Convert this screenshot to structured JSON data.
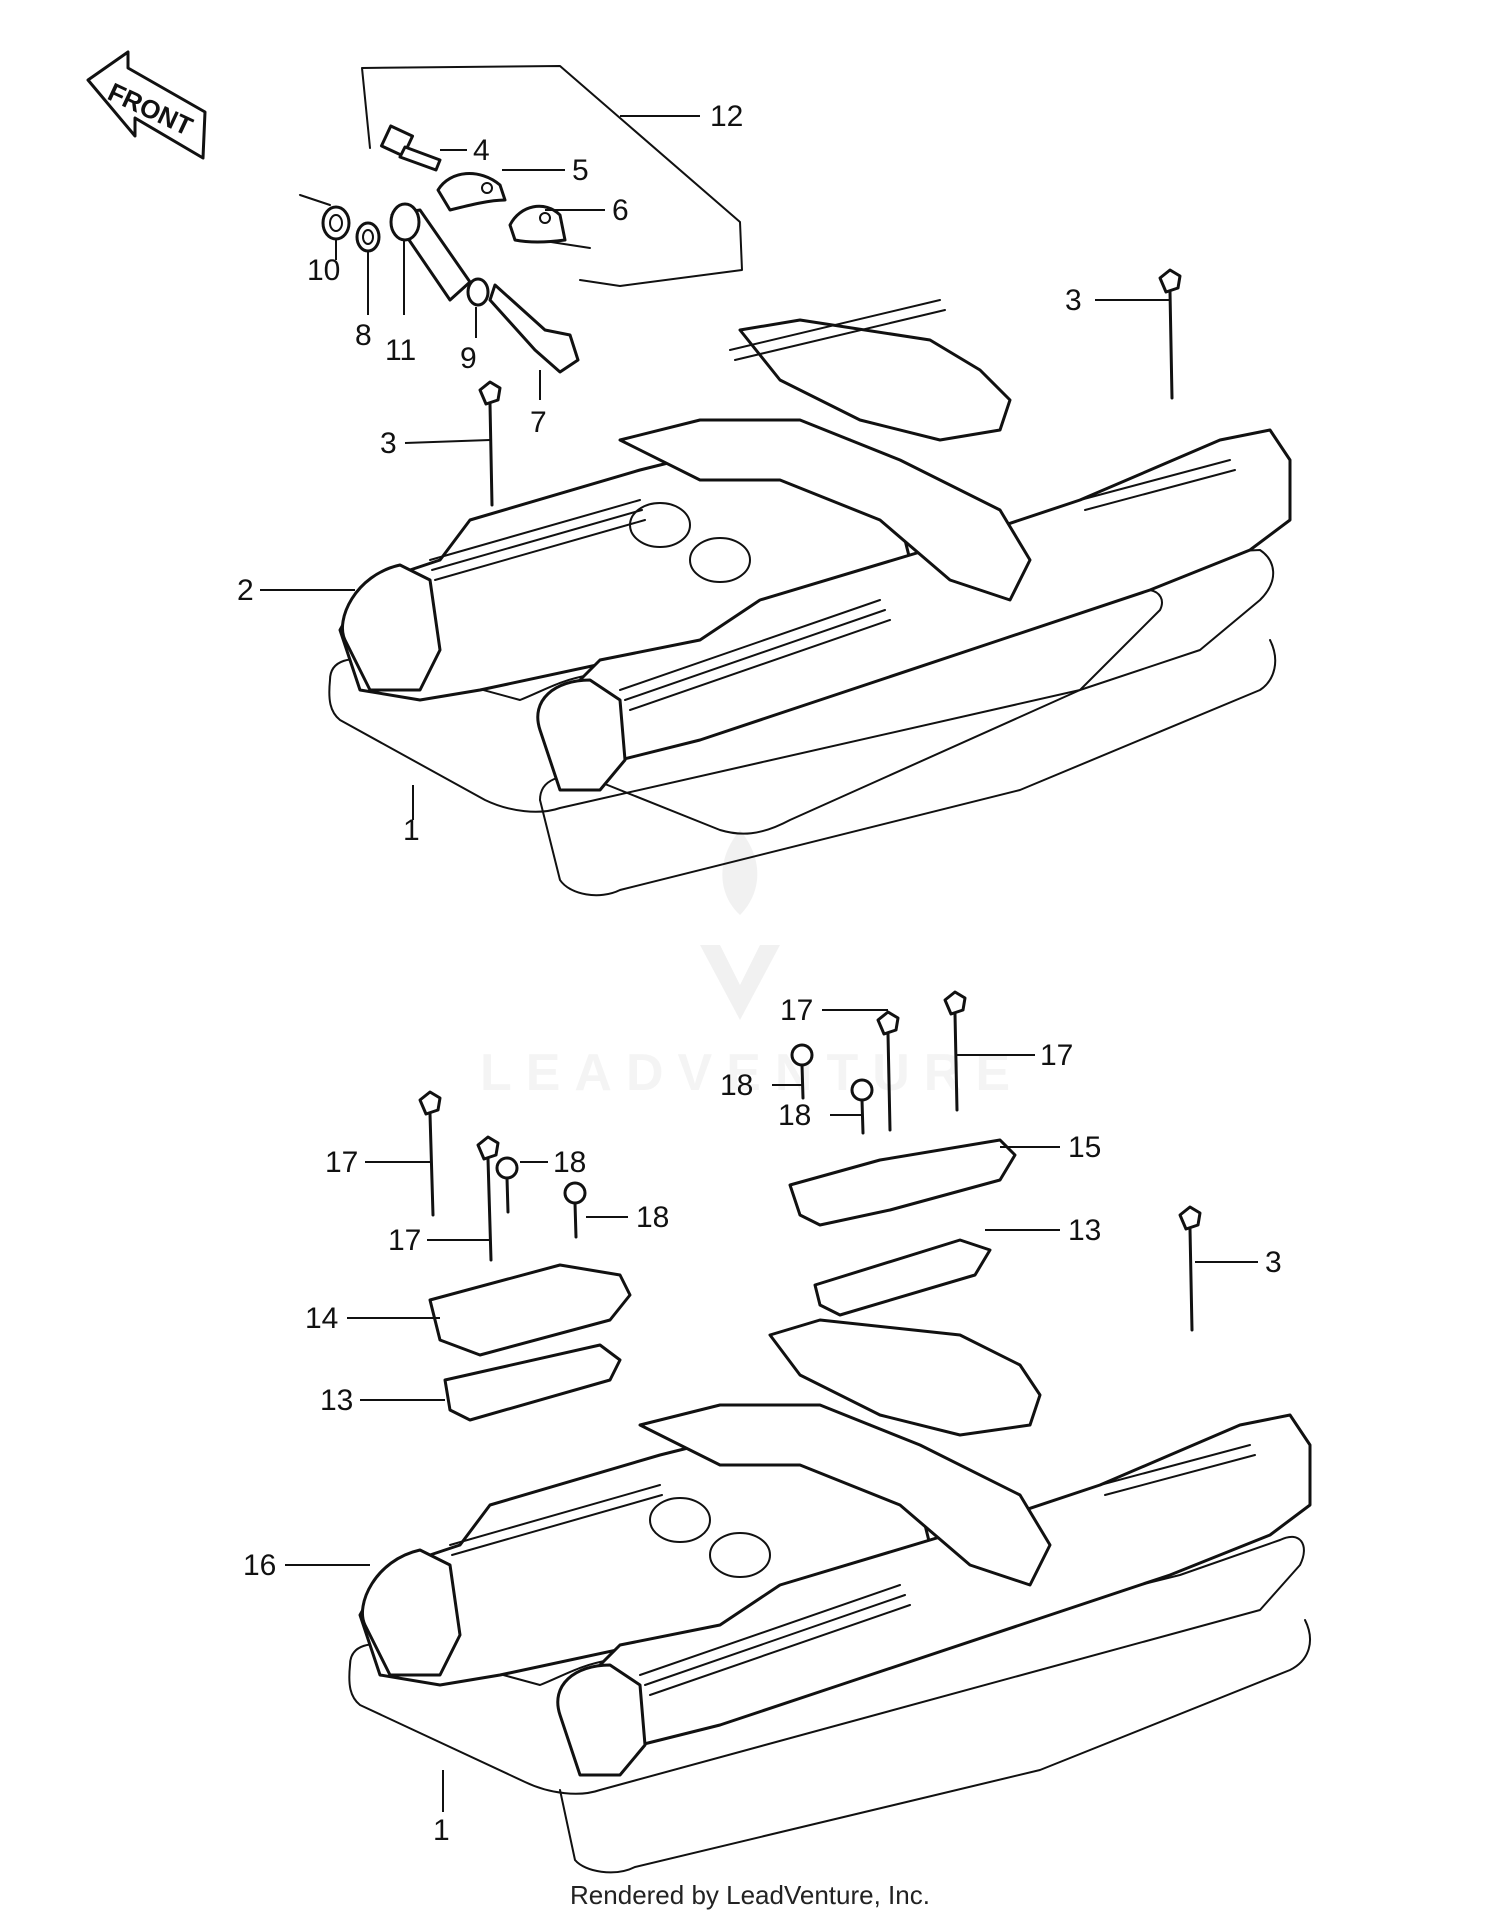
{
  "watermark": {
    "text": "LEADVENTURE"
  },
  "front_arrow": {
    "text": "FRONT"
  },
  "footer": {
    "text": "Rendered by LeadVenture, Inc."
  },
  "labels": {
    "l1_top": "1",
    "l2": "2",
    "l3_a": "3",
    "l3_b": "3",
    "l4": "4",
    "l5": "5",
    "l6": "6",
    "l7": "7",
    "l8": "8",
    "l9": "9",
    "l10": "10",
    "l11": "11",
    "l12": "12",
    "l17_a": "17",
    "l17_b": "17",
    "l18_a": "18",
    "l18_b": "18",
    "l15": "15",
    "l13_a": "13",
    "l3_c": "3",
    "l17_c": "17",
    "l18_c": "18",
    "l18_d": "18",
    "l17_d": "17",
    "l14": "14",
    "l13_b": "13",
    "l16": "16",
    "l1_bottom": "1"
  }
}
